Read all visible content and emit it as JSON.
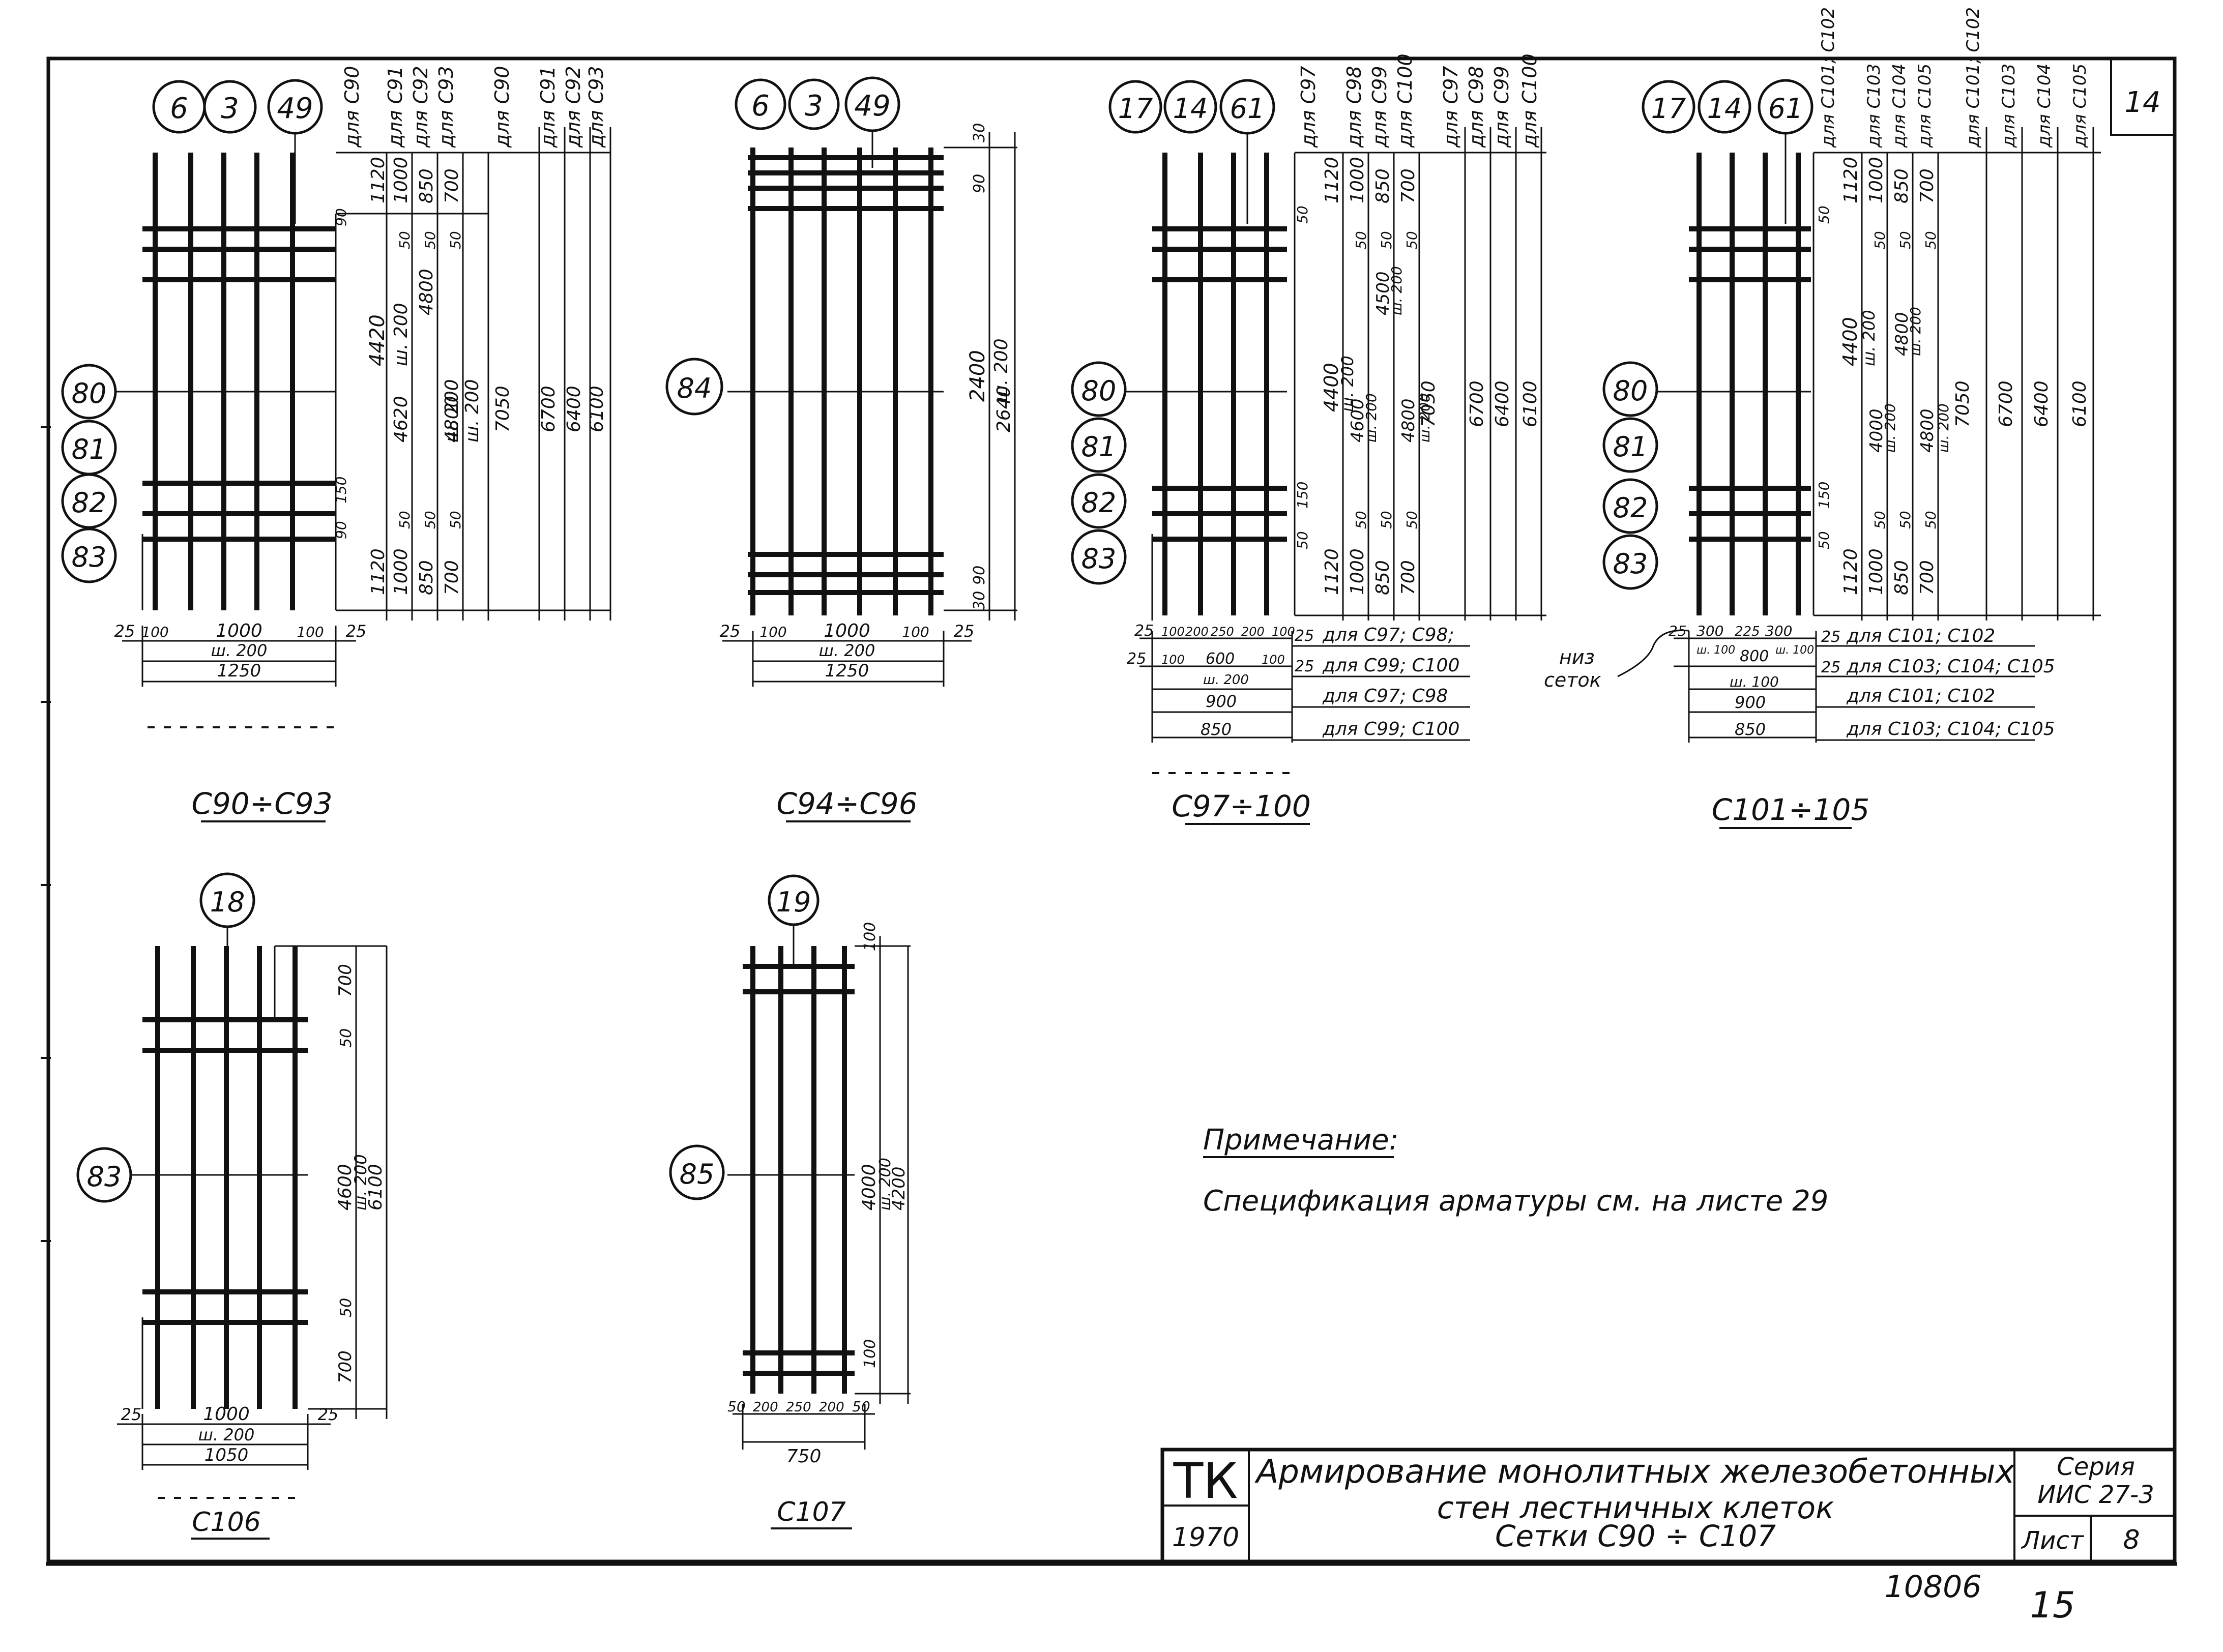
{
  "sheet_corner_number": "14",
  "drawings": [
    {
      "id": "c90",
      "mark_labels": [
        "6",
        "3",
        "49"
      ],
      "bar_labels": [
        "80",
        "81",
        "82",
        "83"
      ],
      "caption": "С90÷С93",
      "col_headers": [
        "для С90",
        "для С91",
        "для С92",
        "для С93",
        "для С90",
        "для С91",
        "для С92",
        "для С93"
      ],
      "dims": {
        "c1": [
          "1120",
          "4420",
          "1120"
        ],
        "c1b": [
          "90",
          "150",
          "90"
        ],
        "c2": [
          "1000",
          "50",
          "4620",
          "ш. 200",
          "50",
          "1000"
        ],
        "c3": [
          "850",
          "50",
          "4800",
          "ш. 200",
          "50",
          "850"
        ],
        "c4": [
          "700",
          "50",
          "4800",
          "ш. 200",
          "50",
          "700"
        ],
        "totals": [
          "7050",
          "6700",
          "6400",
          "6100"
        ],
        "bottom": [
          "25",
          "100",
          "1000",
          "100",
          "25"
        ],
        "step": "ш. 200",
        "width": "1250"
      }
    },
    {
      "id": "c94",
      "mark_labels": [
        "6",
        "3",
        "49"
      ],
      "bar_labels": [
        "84"
      ],
      "caption": "С94÷С96",
      "dims": {
        "right": [
          "30",
          "90",
          "2400",
          "ш. 200",
          "90",
          "30"
        ],
        "total": "2640",
        "bottom": [
          "25",
          "100",
          "1000",
          "100",
          "25"
        ],
        "step": "ш. 200",
        "width": "1250"
      }
    },
    {
      "id": "c97",
      "mark_labels": [
        "17",
        "14",
        "61"
      ],
      "bar_labels": [
        "80",
        "81",
        "82",
        "83"
      ],
      "caption": "С97÷100",
      "col_headers": [
        "для С97",
        "для С98",
        "для С99",
        "для С100",
        "для С97",
        "для С98",
        "для С99",
        "для С100"
      ],
      "dims": {
        "c1": [
          "1120",
          "4400",
          "ш. 200",
          "1120"
        ],
        "c1b": [
          "50",
          "150",
          "50"
        ],
        "c2": [
          "1000",
          "50",
          "4600",
          "ш. 200",
          "50",
          "1000"
        ],
        "c3": [
          "850",
          "50",
          "4500",
          "ш. 200",
          "50",
          "850"
        ],
        "c4": [
          "700",
          "50",
          "4800",
          "ш. 200",
          "50",
          "700"
        ],
        "totals": [
          "7050",
          "6700",
          "6400",
          "6100"
        ],
        "bottom_rows": [
          [
            "25",
            "100",
            "200",
            "250",
            "200",
            "100",
            "25",
            "для С97; С98;"
          ],
          [
            "25",
            "100",
            "600",
            "100",
            "25",
            "для С99; С100"
          ],
          [
            "ш. 200",
            "900",
            "для С97; С98"
          ],
          [
            "850",
            "для С99; С100"
          ]
        ]
      }
    },
    {
      "id": "c101",
      "mark_labels": [
        "17",
        "14",
        "61"
      ],
      "bar_labels": [
        "80",
        "81",
        "82",
        "83"
      ],
      "caption": "С101÷105",
      "col_headers": [
        "для С101; С102",
        "для С103",
        "для С104",
        "для С105",
        "для С101; С102",
        "для С103",
        "для С104",
        "для С105"
      ],
      "dims": {
        "c1": [
          "1120",
          "4400",
          "ш. 200",
          "1120"
        ],
        "c1b": [
          "50",
          "150",
          "50"
        ],
        "c2": [
          "1000",
          "50",
          "4000",
          "ш. 200",
          "50",
          "1000"
        ],
        "c3": [
          "850",
          "50",
          "4800",
          "ш. 200",
          "50",
          "850"
        ],
        "c4": [
          "700",
          "50",
          "4800",
          "ш. 200",
          "50",
          "700"
        ],
        "totals": [
          "7050",
          "6700",
          "6400",
          "6100"
        ],
        "bottom_rows": [
          [
            "25",
            "300",
            "225",
            "300",
            "25",
            "для С101; С102"
          ],
          [
            "ш. 100",
            "ш. 100",
            "25",
            "для С103; С104; С105"
          ],
          [
            "800",
            "ш. 100",
            "900",
            "для С101; С102"
          ],
          [
            "850",
            "для С103; С104; С105"
          ]
        ],
        "niz_setok": [
          "низ",
          "сеток"
        ]
      }
    },
    {
      "id": "c106",
      "mark_labels": [
        "18"
      ],
      "bar_labels": [
        "83"
      ],
      "caption": "С106",
      "dims": {
        "right": [
          "700",
          "50",
          "4600",
          "ш. 200",
          "50",
          "700"
        ],
        "total": "6100",
        "bottom": [
          "25",
          "1000",
          "25"
        ],
        "step": "ш. 200",
        "width": "1050"
      }
    },
    {
      "id": "c107",
      "mark_labels": [
        "19"
      ],
      "bar_labels": [
        "85"
      ],
      "caption": "С107",
      "dims": {
        "right": [
          "100",
          "4000",
          "ш. 200",
          "100"
        ],
        "total": "4200",
        "bottom": [
          "50",
          "200",
          "250",
          "200",
          "50"
        ],
        "width": "750"
      }
    }
  ],
  "note": {
    "title": "Примечание:",
    "text": "Спецификация арматуры см. на листе 29"
  },
  "title_block": {
    "org": "ТК",
    "year": "1970",
    "title_line1": "Армирование монолитных железобетонных",
    "title_line2": "стен лестничных клеток",
    "title_line3": "Сетки С90 ÷ С107",
    "series_label": "Серия",
    "series_value": "ИИС 27-3",
    "sheet_label": "Лист",
    "sheet_value": "8"
  },
  "footer": {
    "archive_number": "10806",
    "page_number": "15"
  }
}
